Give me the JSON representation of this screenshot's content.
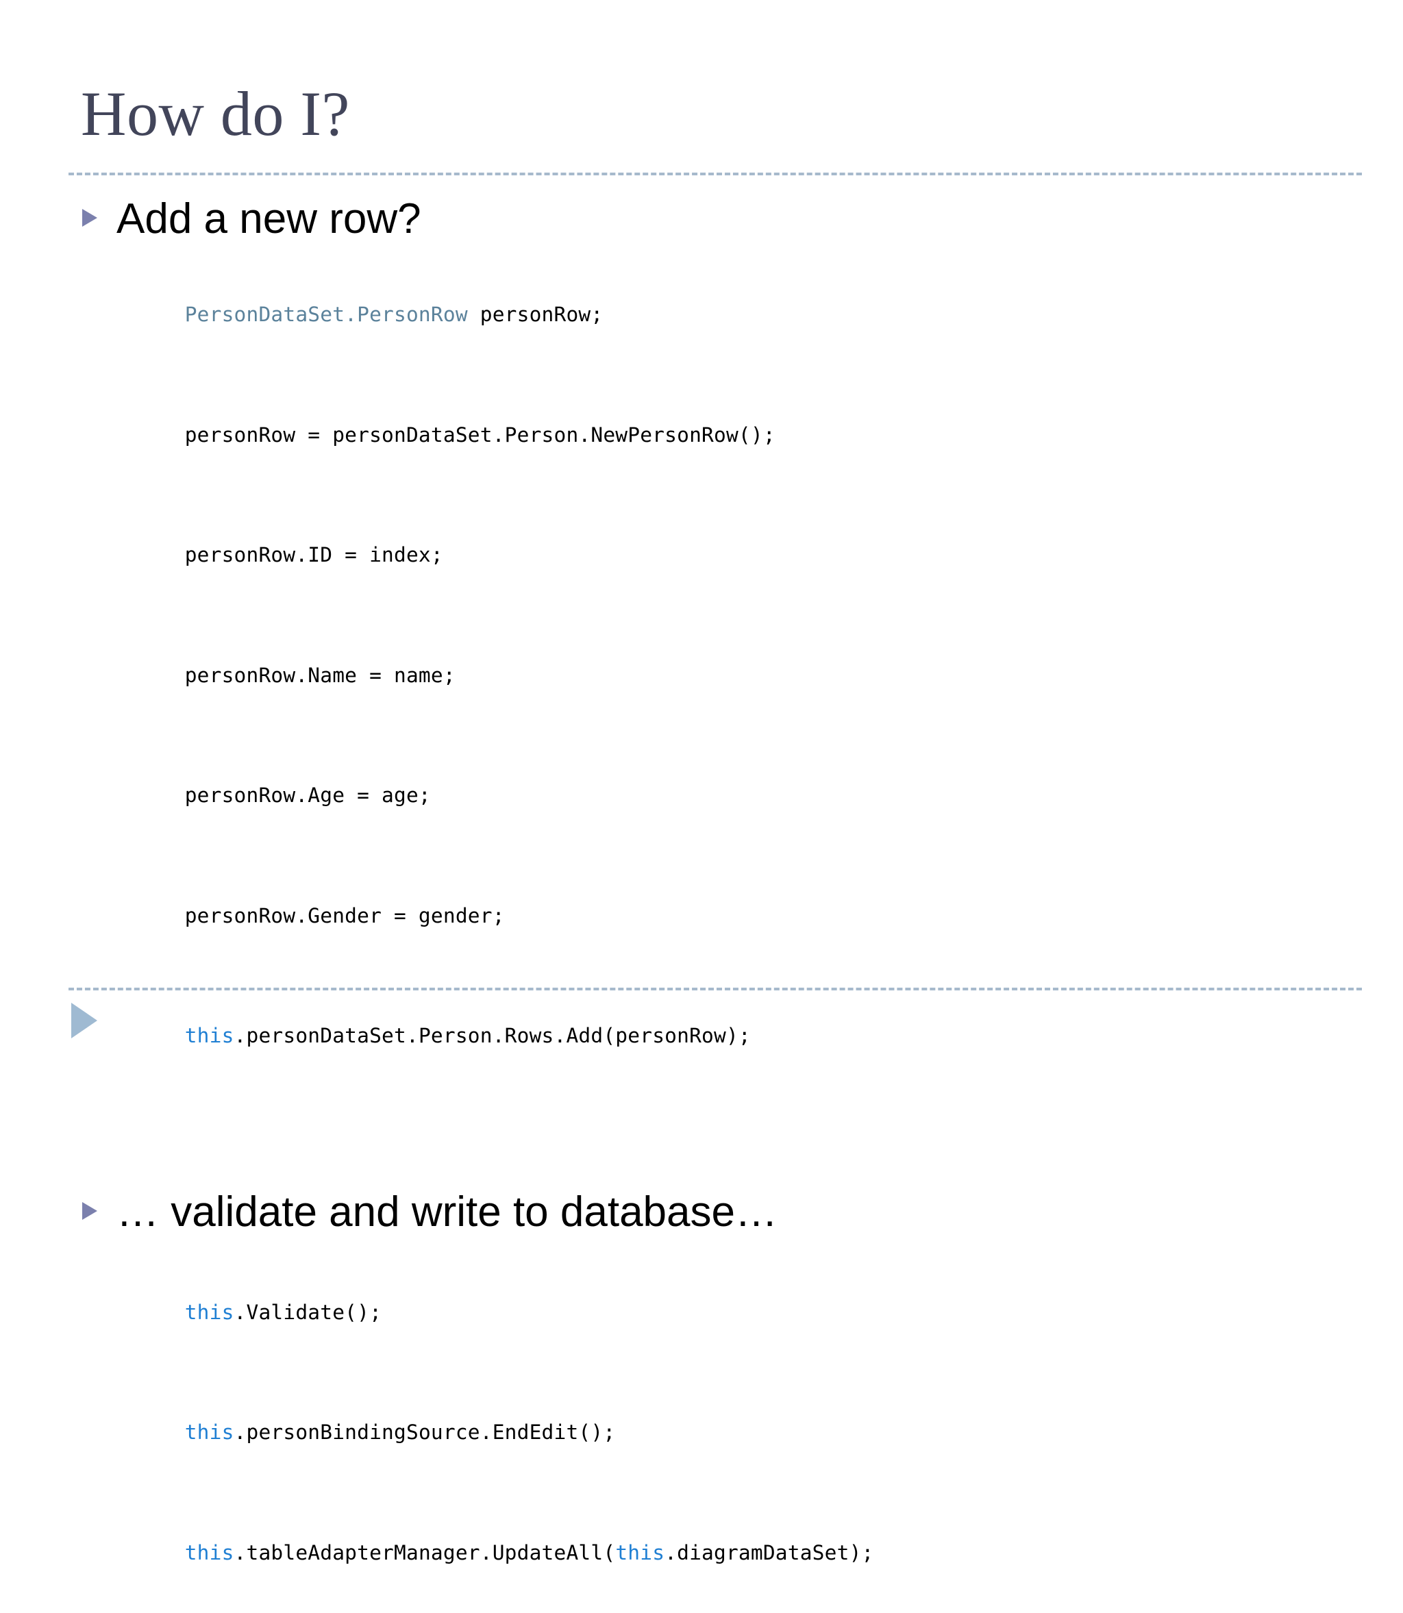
{
  "slide": {
    "title": "How do I?",
    "title_color": "#42455A",
    "background_color": "#ffffff",
    "rule_color": "#A6B9CC",
    "bullet_marker_color": "#7B80AD",
    "nav_arrow_color": "#9FBAD2",
    "code_type_color": "#5B829B",
    "code_keyword_color": "#1F7FD3",
    "code_text_color": "#000000"
  },
  "sections": [
    {
      "bullet": "Add a new row?",
      "code": [
        [
          {
            "t": "PersonDataSet.PersonRow",
            "c": "type"
          },
          {
            "t": " personRow;",
            "c": "plain"
          }
        ],
        [
          {
            "t": "personRow = personDataSet.Person.NewPersonRow();",
            "c": "plain"
          }
        ],
        [
          {
            "t": "personRow.ID = index;",
            "c": "plain"
          }
        ],
        [
          {
            "t": "personRow.Name = name;",
            "c": "plain"
          }
        ],
        [
          {
            "t": "personRow.Age = age;",
            "c": "plain"
          }
        ],
        [
          {
            "t": "personRow.Gender = gender;",
            "c": "plain"
          }
        ],
        [
          {
            "t": "this",
            "c": "kw"
          },
          {
            "t": ".personDataSet.Person.Rows.Add(personRow);",
            "c": "plain"
          }
        ]
      ]
    },
    {
      "bullet": "… validate and write to database…",
      "code": [
        [
          {
            "t": "this",
            "c": "kw"
          },
          {
            "t": ".Validate();",
            "c": "plain"
          }
        ],
        [
          {
            "t": "this",
            "c": "kw"
          },
          {
            "t": ".personBindingSource.EndEdit();",
            "c": "plain"
          }
        ],
        [
          {
            "t": "this",
            "c": "kw"
          },
          {
            "t": ".tableAdapterManager.UpdateAll(",
            "c": "plain"
          },
          {
            "t": "this",
            "c": "kw"
          },
          {
            "t": ".diagramDataSet);",
            "c": "plain"
          }
        ]
      ]
    }
  ],
  "icons": {
    "bullet_triangle": "triangle-right-icon",
    "nav_arrow": "play-triangle-icon"
  }
}
